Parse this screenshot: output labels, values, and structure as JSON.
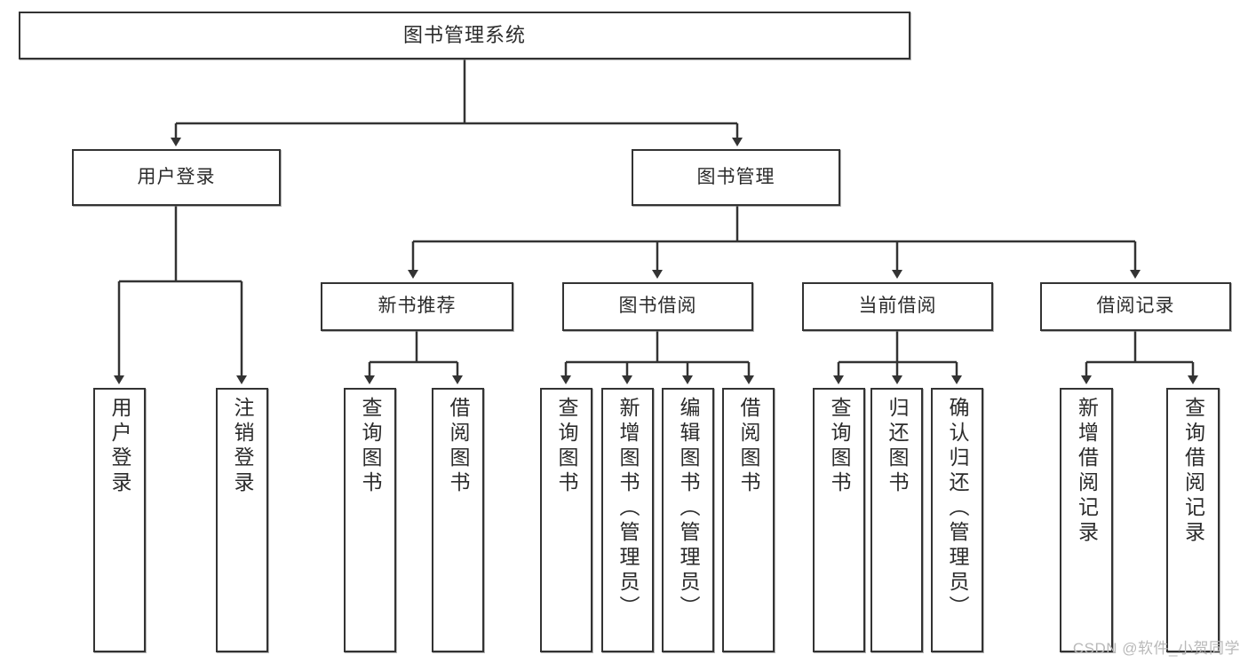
{
  "diagram": {
    "title": "图书管理系统",
    "type": "functional-structure-tree",
    "watermark": "CSDN @软件_小贺同学",
    "colors": {
      "stroke": "#333333",
      "fill": "#ffffff",
      "text": "#2b2b2b",
      "watermark": "#b9b9b9"
    },
    "levels": {
      "root": {
        "label": "图书管理系统"
      },
      "level2": [
        {
          "id": "user-login",
          "label": "用户登录"
        },
        {
          "id": "book-admin",
          "label": "图书管理"
        }
      ],
      "level3": [
        {
          "id": "new-book-rec",
          "label": "新书推荐"
        },
        {
          "id": "book-borrow",
          "label": "图书借阅"
        },
        {
          "id": "current-borrow",
          "label": "当前借阅"
        },
        {
          "id": "borrow-record",
          "label": "借阅记录"
        }
      ],
      "leaves": {
        "user-login": [
          {
            "id": "leaf-user-login",
            "label": "用户登录"
          },
          {
            "id": "leaf-logout",
            "label": "注销登录"
          }
        ],
        "new-book-rec": [
          {
            "id": "leaf-query-book-1",
            "label": "查询图书"
          },
          {
            "id": "leaf-borrow-book-1",
            "label": "借阅图书"
          }
        ],
        "book-borrow": [
          {
            "id": "leaf-query-book-2",
            "label": "查询图书"
          },
          {
            "id": "leaf-add-book",
            "label": "新增图书（管理员）"
          },
          {
            "id": "leaf-edit-book",
            "label": "编辑图书（管理员）"
          },
          {
            "id": "leaf-borrow-book-2",
            "label": "借阅图书"
          }
        ],
        "current-borrow": [
          {
            "id": "leaf-query-book-3",
            "label": "查询图书"
          },
          {
            "id": "leaf-return-book",
            "label": "归还图书"
          },
          {
            "id": "leaf-confirm-return",
            "label": "确认归还（管理员）"
          }
        ],
        "borrow-record": [
          {
            "id": "leaf-add-record",
            "label": "新增借阅记录"
          },
          {
            "id": "leaf-query-record",
            "label": "查询借阅记录"
          }
        ]
      }
    }
  }
}
